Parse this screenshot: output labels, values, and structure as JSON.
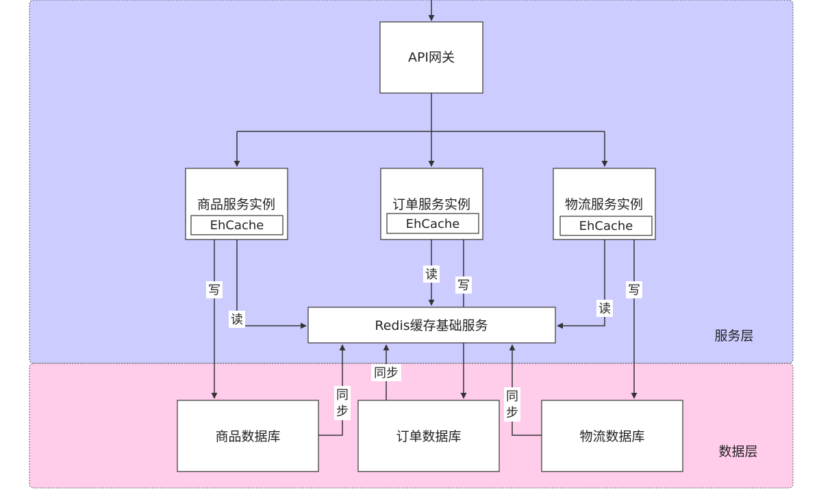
{
  "layers": {
    "service": {
      "label": "服务层",
      "fill": "#ccccff"
    },
    "data": {
      "label": "数据层",
      "fill": "#ffccea"
    }
  },
  "nodes": {
    "gateway": "API网关",
    "product_service": "商品服务实例",
    "order_service": "订单服务实例",
    "logistics_service": "物流服务实例",
    "product_cache": "EhCache",
    "order_cache": "EhCache",
    "logistics_cache": "EhCache",
    "redis": "Redis缓存基础服务",
    "product_db": "商品数据库",
    "order_db": "订单数据库",
    "logistics_db": "物流数据库"
  },
  "edge_labels": {
    "product_write": "写",
    "product_read": "读",
    "order_read": "读",
    "order_write": "写",
    "logistics_read": "读",
    "logistics_write": "写",
    "sync_product": "同\n步",
    "sync_order": "同步",
    "sync_logistics": "同\n步"
  }
}
